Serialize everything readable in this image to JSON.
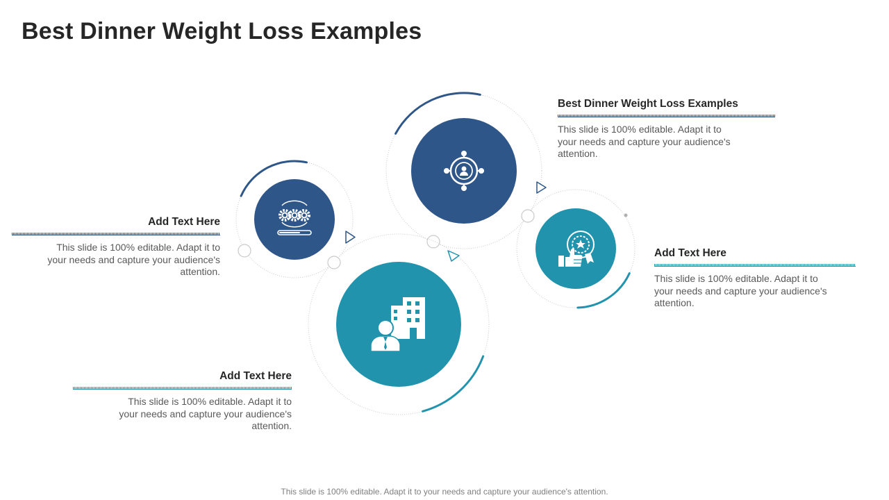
{
  "title": "Best Dinner Weight Loss Examples",
  "footer": "This slide is 100% editable. Adapt it to your needs and capture your audience's attention.",
  "colors": {
    "navy": "#2f5689",
    "teal": "#2193ad",
    "ring": "#c9c9c9",
    "heading": "#262626",
    "text": "#595959"
  },
  "items": [
    {
      "id": "gears",
      "icon": "gears-icon",
      "color": "navy",
      "heading": "Add Text Here",
      "body": "This slide is 100% editable. Adapt it to your needs and capture your audience's attention."
    },
    {
      "id": "target",
      "icon": "target-person-icon",
      "color": "navy",
      "heading": "Best Dinner Weight Loss Examples",
      "body": "This slide is 100% editable. Adapt it to your needs and capture your audience's attention."
    },
    {
      "id": "building",
      "icon": "businessman-building-icon",
      "color": "teal",
      "heading": "Add Text Here",
      "body": "This slide is 100% editable. Adapt it to your needs and capture your audience's attention."
    },
    {
      "id": "award",
      "icon": "thumbs-up-award-icon",
      "color": "teal",
      "heading": "Add Text Here",
      "body": "This slide is 100% editable. Adapt it to your needs and capture your audience's attention."
    }
  ]
}
